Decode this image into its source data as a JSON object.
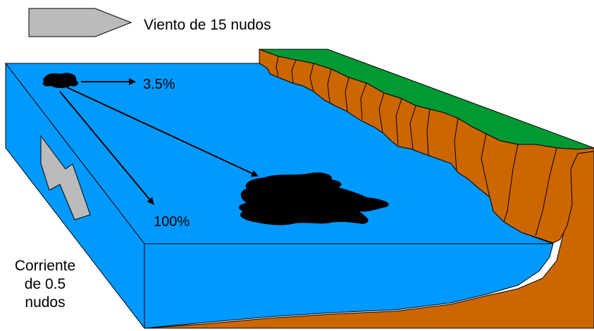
{
  "labels": {
    "wind": "Viento de 15 nudos",
    "drift_wind_pct": "3.5%",
    "drift_current_pct": "100%",
    "current_line1": "Corriente",
    "current_line2": "de 0.5",
    "current_line3": "nudos"
  },
  "colors": {
    "water": "#0099ff",
    "land_green": "#009933",
    "cliff": "#cc6600",
    "oil": "#000000",
    "arrow_fill": "#bbbbbb"
  }
}
